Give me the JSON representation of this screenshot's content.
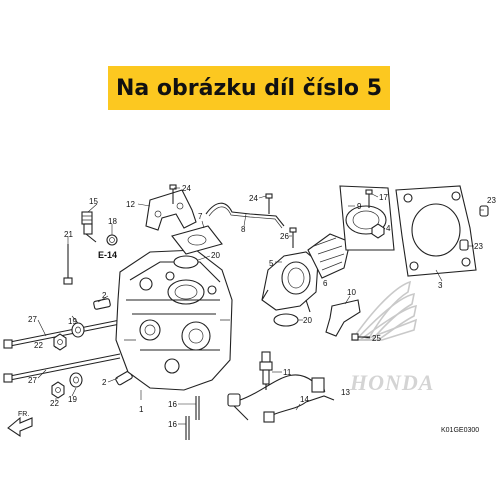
{
  "banner": {
    "text": "Na obrázku díl číslo 5",
    "background": "#fcc820"
  },
  "diagram": {
    "section_ref": "E-14",
    "drawing_code": "K01GE0300",
    "direction_label": "FR.",
    "watermark_brand": "HONDA",
    "callouts": {
      "p1": "1",
      "p2a": "2",
      "p2b": "2",
      "p3": "3",
      "p4": "4",
      "p5": "5",
      "p6": "6",
      "p7": "7",
      "p8": "8",
      "p9": "9",
      "p10": "10",
      "p11": "11",
      "p12": "12",
      "p13": "13",
      "p14": "14",
      "p15": "15",
      "p16a": "16",
      "p16b": "16",
      "p17": "17",
      "p18": "18",
      "p19a": "19",
      "p19b": "19",
      "p20a": "20",
      "p20b": "20",
      "p21": "21",
      "p22a": "22",
      "p22b": "22",
      "p23a": "23",
      "p23b": "23",
      "p24a": "24",
      "p24b": "24",
      "p25": "25",
      "p26": "26",
      "p27a": "27",
      "p27b": "27"
    }
  }
}
